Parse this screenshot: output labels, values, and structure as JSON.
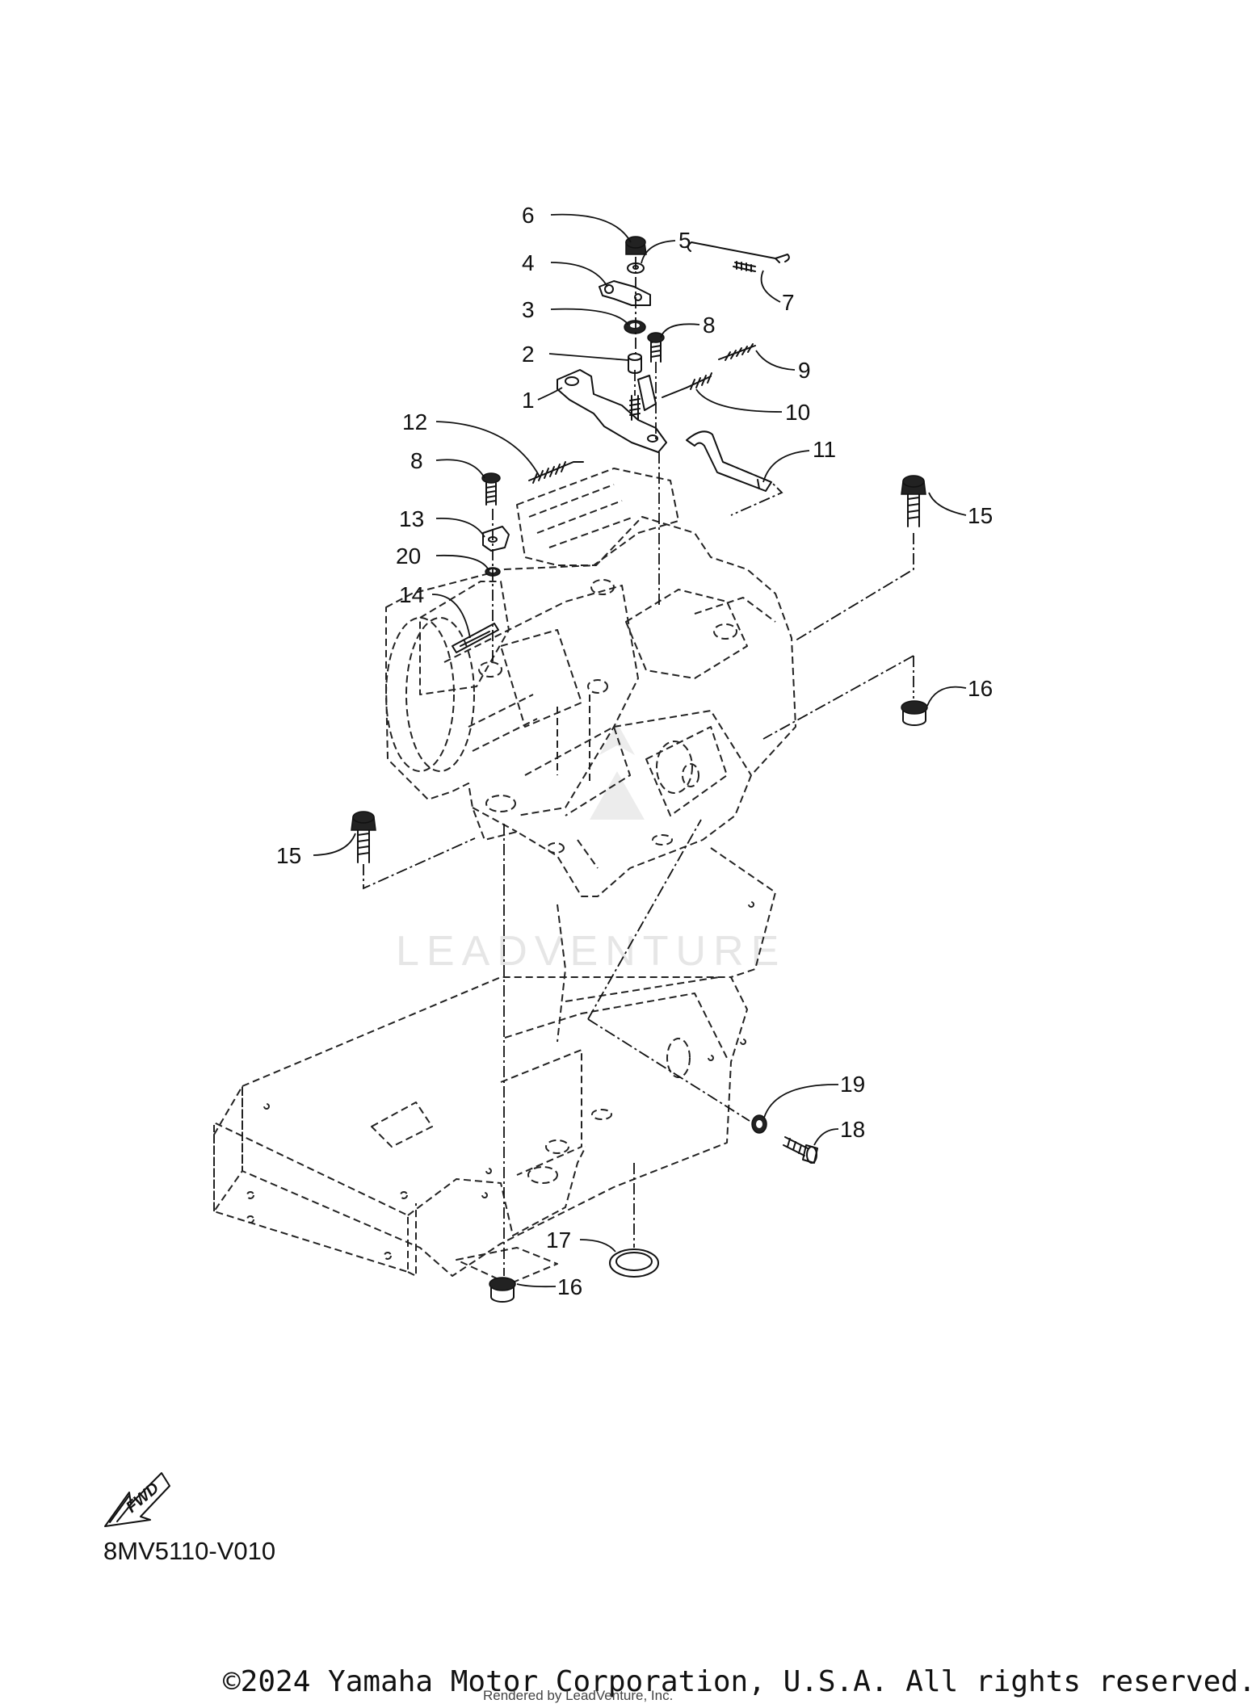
{
  "diagram": {
    "callouts": [
      "1",
      "2",
      "3",
      "4",
      "5",
      "6",
      "7",
      "8",
      "9",
      "10",
      "11",
      "12",
      "13",
      "14",
      "15",
      "16",
      "17",
      "18",
      "19",
      "20"
    ],
    "repeat_callouts": {
      "c8b": "8",
      "c15b": "15",
      "c16b": "16"
    },
    "fwd_label": "FWD",
    "code": "8MV5110-V010",
    "watermark": "LEADVENTURE",
    "copyright": "©2024 Yamaha Motor Corporation, U.S.A. All rights reserved.",
    "rendered_by": "Rendered by LeadVenture, Inc."
  }
}
